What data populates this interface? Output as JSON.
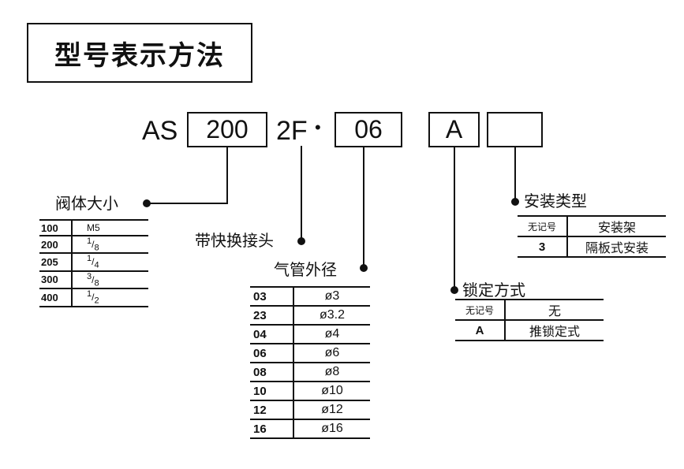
{
  "title": "型号表示方法",
  "code": {
    "prefix": "AS",
    "size": "200",
    "fitting": "2F",
    "dot": "•",
    "tube": "06",
    "lock": "A",
    "mount": ""
  },
  "labels": {
    "body_size": "阀体大小",
    "fitting": "带快换接头",
    "tube_od": "气管外径",
    "lock": "锁定方式",
    "mount": "安装类型"
  },
  "body_size_table": [
    {
      "key": "100",
      "num": "",
      "den": "",
      "text": "M5"
    },
    {
      "key": "200",
      "num": "1",
      "den": "8",
      "text": ""
    },
    {
      "key": "205",
      "num": "1",
      "den": "4",
      "text": ""
    },
    {
      "key": "300",
      "num": "3",
      "den": "8",
      "text": ""
    },
    {
      "key": "400",
      "num": "1",
      "den": "2",
      "text": ""
    }
  ],
  "tube_table": [
    {
      "key": "03",
      "value": "ø3"
    },
    {
      "key": "23",
      "value": "ø3.2"
    },
    {
      "key": "04",
      "value": "ø4"
    },
    {
      "key": "06",
      "value": "ø6"
    },
    {
      "key": "08",
      "value": "ø8"
    },
    {
      "key": "10",
      "value": "ø10"
    },
    {
      "key": "12",
      "value": "ø12"
    },
    {
      "key": "16",
      "value": "ø16"
    }
  ],
  "lock_table": [
    {
      "key": "无记号",
      "value": "无"
    },
    {
      "key": "A",
      "value": "推锁定式"
    }
  ],
  "mount_table": [
    {
      "key": "无记号",
      "value": "安装架"
    },
    {
      "key": "3",
      "value": "隔板式安装"
    }
  ]
}
